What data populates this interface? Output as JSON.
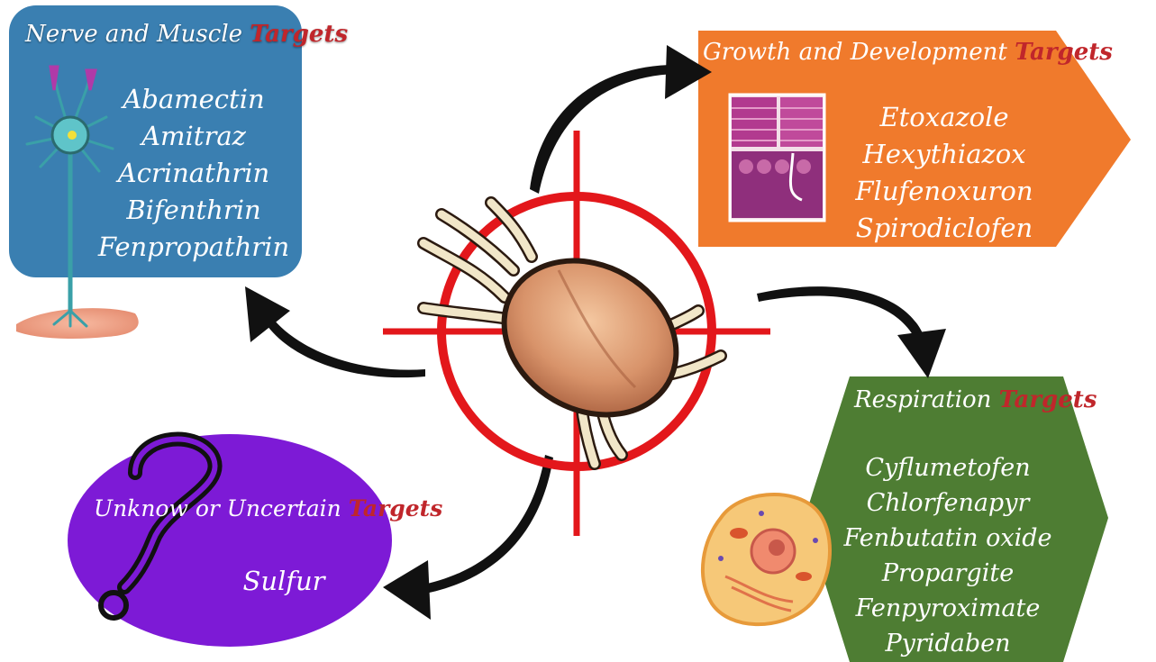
{
  "colors": {
    "nerve_panel": "#3a7fb1",
    "growth_panel": "#f07a2c",
    "respiration_panel": "#4e7d33",
    "unknown_panel": "#7d1ad6",
    "target_highlight": "#c0262b",
    "crosshair": "#e3171b",
    "arrow": "#111111"
  },
  "center": {
    "image": "mite-on-crosshair",
    "icon": "mite-icon"
  },
  "panels": {
    "nerve": {
      "title_pre": "Nerve and Muscle ",
      "title_highlight": "Targets",
      "icon": "neuron-icon",
      "items": [
        "Abamectin",
        "Amitraz",
        "Acrinathrin",
        "Bifenthrin",
        "Fenpropathrin"
      ]
    },
    "growth": {
      "title_pre": "Growth and Development ",
      "title_highlight": "Targets",
      "icon": "tissue-section-icon",
      "items": [
        "Etoxazole",
        "Hexythiazox",
        "Flufenoxuron",
        "Spirodiclofen"
      ]
    },
    "respiration": {
      "title_pre": "Respiration ",
      "title_highlight": "Targets",
      "icon": "cell-icon",
      "items": [
        "Cyflumetofen",
        "Chlorfenapyr",
        "Fenbutatin oxide",
        "Propargite",
        "Fenpyroximate",
        "Pyridaben"
      ]
    },
    "unknown": {
      "title_pre": "Unknow or Uncertain ",
      "title_highlight": "Targets",
      "icon": "question-mark-icon",
      "items": [
        "Sulfur"
      ]
    }
  }
}
